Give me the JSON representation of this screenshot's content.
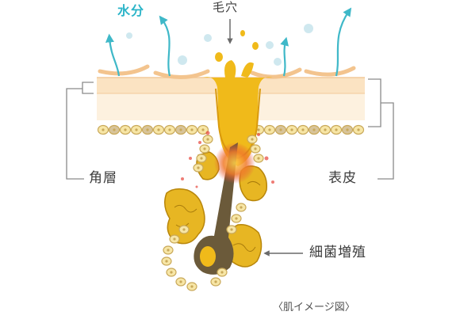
{
  "labels": {
    "water": "水分",
    "pore": "毛穴",
    "stratum_corneum": "角層",
    "epidermis": "表皮",
    "bacteria": "細菌増殖",
    "caption": "〈肌イメージ図〉"
  },
  "colors": {
    "water_arrow": "#3fb8c8",
    "skin_surface": "#fbe3c2",
    "sebum": "#f0ba1a",
    "sebum_dark": "#d99a0e",
    "hair": "#6b5a3a",
    "cell": "#f7e6a6",
    "cell_outline": "#c9a95a",
    "inflammation": "#e8453c",
    "leader_line": "#8a8a8a"
  },
  "icons": {
    "water": "upward-curved-arrow-icon",
    "pointer": "down-arrow-icon",
    "bacteria": "left-arrow-icon"
  }
}
